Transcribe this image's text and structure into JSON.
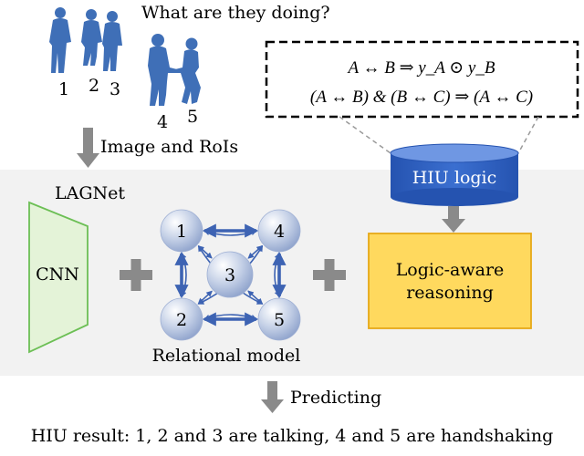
{
  "question": "What are they doing?",
  "people": [
    {
      "id": "1"
    },
    {
      "id": "2"
    },
    {
      "id": "3"
    },
    {
      "id": "4"
    },
    {
      "id": "5"
    }
  ],
  "step_image": "Image and RoIs",
  "logic_rules": {
    "rule1": "A ↔ B ⇒ y_A ⊙ y_B",
    "rule2": "(A ↔ B) & (B ↔ C) ⇒ (A ↔ C)"
  },
  "hiu_logic": "HIU logic",
  "lagnet": "LAGNet",
  "cnn": "CNN",
  "relational_model": {
    "label": "Relational model",
    "nodes": [
      "1",
      "2",
      "3",
      "4",
      "5"
    ]
  },
  "reasoning": {
    "line1": "Logic-aware",
    "line2": "reasoning"
  },
  "predicting": "Predicting",
  "result": "HIU result: 1, 2 and 3 are talking, 4 and 5 are handshaking",
  "colors": {
    "people": "#3f6fb7",
    "panel": "#f2f2f2",
    "cylinder": "#2f61c0",
    "cnn_fill": "#e4f3d8",
    "cnn_stroke": "#6cbf55",
    "reasoning_fill": "#ffd95e",
    "reasoning_stroke": "#e6a817",
    "node": "#b7c4e0",
    "arrow": "#3d63b3",
    "gray_arrow": "#8a8a8a"
  }
}
